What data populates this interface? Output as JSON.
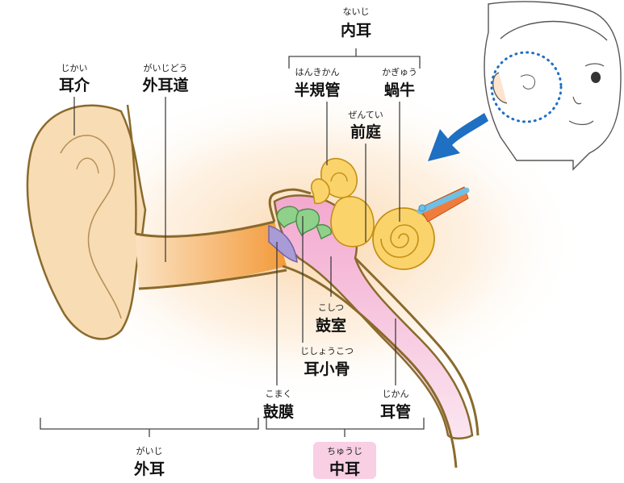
{
  "labels": {
    "inner_ear": {
      "ruby": "ないじ",
      "text": "内耳"
    },
    "auricle": {
      "ruby": "じかい",
      "text": "耳介"
    },
    "ear_canal": {
      "ruby": "がいじどう",
      "text": "外耳道"
    },
    "semicircular": {
      "ruby": "はんきかん",
      "text": "半規管"
    },
    "cochlea": {
      "ruby": "かぎゅう",
      "text": "蝸牛"
    },
    "vestibule": {
      "ruby": "ぜんてい",
      "text": "前庭"
    },
    "tympanic_cavity": {
      "ruby": "こしつ",
      "text": "鼓室"
    },
    "ossicles": {
      "ruby": "じしょうこつ",
      "text": "耳小骨"
    },
    "eardrum": {
      "ruby": "こまく",
      "text": "鼓膜"
    },
    "eustachian": {
      "ruby": "じかん",
      "text": "耳管"
    },
    "outer_ear": {
      "ruby": "がいじ",
      "text": "外耳"
    },
    "middle_ear": {
      "ruby": "ちゅうじ",
      "text": "中耳"
    }
  },
  "colors": {
    "skin": "#f8dcb4",
    "outline": "#8a6a2c",
    "canal": "#f5a54a",
    "middle": "#f3a8cf",
    "inner": "#fbd36b",
    "arrow": "#1f6fc2",
    "middle_badge": "#f8cfe3"
  }
}
